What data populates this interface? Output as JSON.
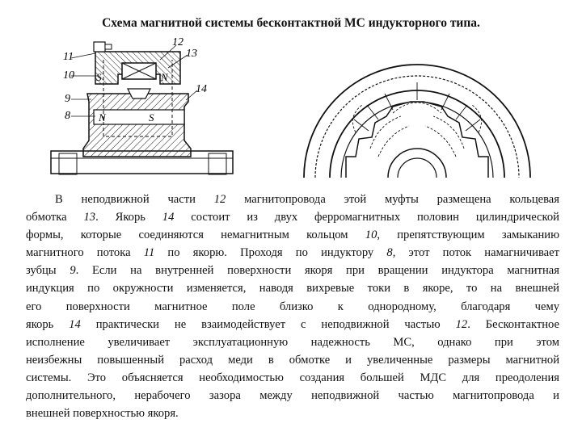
{
  "title": "Схема магнитной системы бесконтактной МС индукторного типа.",
  "figure_left": {
    "callouts": [
      "11",
      "10",
      "9",
      "8",
      "12",
      "13",
      "14"
    ],
    "pole_labels": [
      "S",
      "N",
      "N",
      "S"
    ]
  },
  "paragraph": [
    [
      "В неподвижной части ",
      "12",
      " магнитопровода этой муфты размещена кольцевая"
    ],
    [
      "обмотка ",
      "13",
      ". Якорь ",
      "14",
      " состоит из двух ферромагнитных половин цилиндрической"
    ],
    [
      "формы, которые соединяются немагнитным кольцом ",
      "10",
      ", препятствующим замыканию"
    ],
    [
      "магнитного потока ",
      "11",
      " по якорю. Проходя по индуктору ",
      "8",
      ", этот поток намагничивает"
    ],
    [
      "зубцы ",
      "9",
      ". Если на внутренней поверхности якоря при вращении индуктора магнитная"
    ],
    [
      "индукция по окружности изменяется, наводя вихревые токи в якоре, то на внешней"
    ],
    [
      "его поверхности магнитное поле близко к однородному, благодаря чему"
    ],
    [
      "якорь ",
      "14",
      " практически не взаимодействует с неподвижной частью ",
      "12",
      ". Бесконтактное"
    ],
    [
      "исполнение увеличивает эксплуатационную надежность МС, однако при этом"
    ],
    [
      "неизбежны повышенный расход меди в обмотке и увеличенные размеры магнитной"
    ],
    [
      "системы. Это объясняется необходимостью создания большей МДС для преодоления"
    ],
    [
      "дополнительного, нерабочего зазора между неподвижной частью магнитопровода и"
    ],
    [
      "внешней поверхностью якоря."
    ]
  ]
}
